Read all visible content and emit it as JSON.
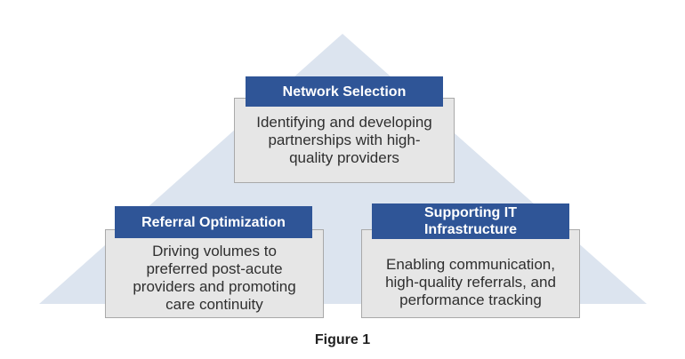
{
  "diagram": {
    "colors": {
      "triangle": "#dce4ef",
      "header": "#2f5597",
      "body": "#e6e6e6",
      "border": "#a9a9a9"
    },
    "top": {
      "title": "Network Selection",
      "text": "Identifying and developing\npartnerships with high-\nquality providers"
    },
    "left": {
      "title": "Referral Optimization",
      "text": "Driving volumes to\npreferred post-acute\nproviders and promoting\ncare continuity"
    },
    "right": {
      "title": "Supporting IT\nInfrastructure",
      "text": "Enabling communication,\nhigh-quality referrals, and\nperformance tracking"
    }
  },
  "caption": "Figure 1"
}
